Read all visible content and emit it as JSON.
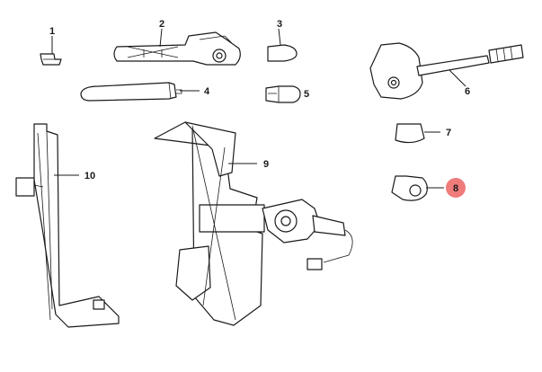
{
  "diagram": {
    "callouts": [
      "1",
      "2",
      "3",
      "4",
      "5",
      "6",
      "7",
      "8",
      "9",
      "10"
    ],
    "highlight_index": 7,
    "highlight_color": "#ef7b7b",
    "line_color": "#1a1a1a"
  }
}
